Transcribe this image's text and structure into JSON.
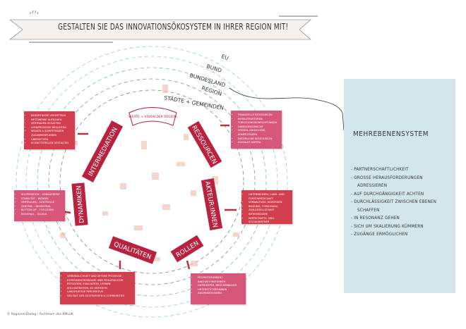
{
  "title": "GESTALTEN SIE DAS INNOVATIONSÖKOSYSTEM IN IHRER REGION MIT!",
  "levels": [
    "EU",
    "BUND",
    "BUNDESLAND",
    "REGION",
    "STÄDTE + GEMEINDEN"
  ],
  "center_label": "WERTE + VISION DER REGION",
  "banners": {
    "intermediation": "INTERMEDIATION",
    "ressourcen": "RESSOURCEN",
    "akteurinnen": "AKTEUR:INNEN",
    "rollen": "ROLLEN",
    "qualitaeten": "QUALITÄTEN",
    "dynamiken": "DYNAMIKEN"
  },
  "boxes": {
    "intermediation": [
      "Bedürfnisse vermitteln",
      "Netzwerke aufbauen",
      "Vertrauen schaffen",
      "Lernprozesse begleiten",
      "Wissen & Kompetenzen zusammenführen",
      "Übersetzen",
      "Schnittstellen gestalten"
    ],
    "dynamiken": [
      "Kooperation – Konkurrenz",
      "Stabilität – Wandel",
      "Vertrauen – Kontrolle",
      "Zentral – Dezentral",
      "Bottom-up – Top-down",
      "Regional – Global"
    ],
    "ressourcen": [
      "Finanzielle Ressourcen",
      "Infrastrukturen, Forschungseinrichtungen",
      "Handlungsmacht",
      "Wissen, Know-how, Kompetenzen",
      "Natürliche Ressourcen",
      "Soziales Kapital"
    ],
    "akteurinnen": [
      "Unternehmen, Land- und Forstwirtschaft",
      "Verwaltung, Behörden",
      "Bildung, Forschung",
      "Zivilgesellschaft",
      "Intermediäre",
      "Wirtschafts- und Sozialpartner"
    ],
    "qualitaeten": [
      "Verbindlichkeit und offene Prozesse",
      "Experimentierräume und Fehlerkultur",
      "Reflexion, Evaluation, Lernen",
      "Kollaboration, Ko-Kreation",
      "Langfristige Perspektive",
      "Vielfalt der Sichtweisen & Communities"
    ],
    "rollen": [
      "Promotor:innen / Innovationsführer",
      "Gatekeeper, Brückenbauer",
      "Unterstützer:innen",
      "Anwender:innen"
    ]
  },
  "side_panel": {
    "title": "MEHREBENENSYSTEM",
    "items": [
      "Partnerschaftlichkeit",
      "Große Herausforderungen adressieren",
      "Auf Durchgängigkeit achten",
      "Durchlässigkeit zwischen Ebenen schaffen",
      "In Resonanz gehen",
      "Sich um Skalierung kümmern",
      "Zugänge ermöglichen"
    ]
  },
  "credit": "© RegionenDialog / Fachteam des BMLUK",
  "colors": {
    "red": "#d2404f",
    "pink": "#d6577a",
    "banner": "#b8223f",
    "panel": "#d3e6ec",
    "ring": "#8ec3cf"
  }
}
